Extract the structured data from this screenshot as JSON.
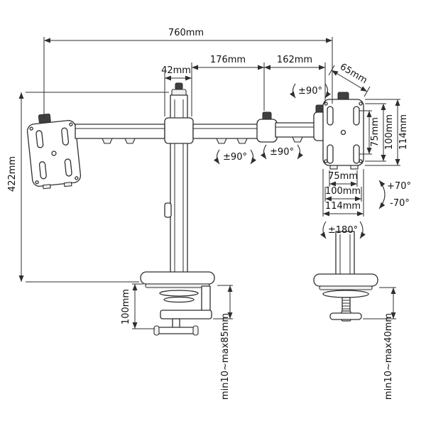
{
  "colors": {
    "background": "#ffffff",
    "line": "#2e2e2e",
    "text": "#111111"
  },
  "labels": {
    "overall_width": "760mm",
    "pole_width": "42mm",
    "arm_inner": "176mm",
    "arm_outer": "162mm",
    "head_depth": "65mm",
    "column_height": "422mm",
    "clamp_height": "100mm",
    "clamp_range": "min10~max85mm",
    "grommet_range": "min10~max40mm",
    "vesa_v_75": "75mm",
    "vesa_v_100": "100mm",
    "vesa_v_114": "114mm",
    "vesa_h_75": "75mm",
    "vesa_h_100": "100mm",
    "vesa_h_114": "114mm",
    "tilt_up": "+70°",
    "tilt_down": "-70°",
    "rotate_plate": "±180°",
    "swivel_head": "±90°",
    "swivel_arm_left": "±90°",
    "swivel_arm_right": "±90°"
  }
}
